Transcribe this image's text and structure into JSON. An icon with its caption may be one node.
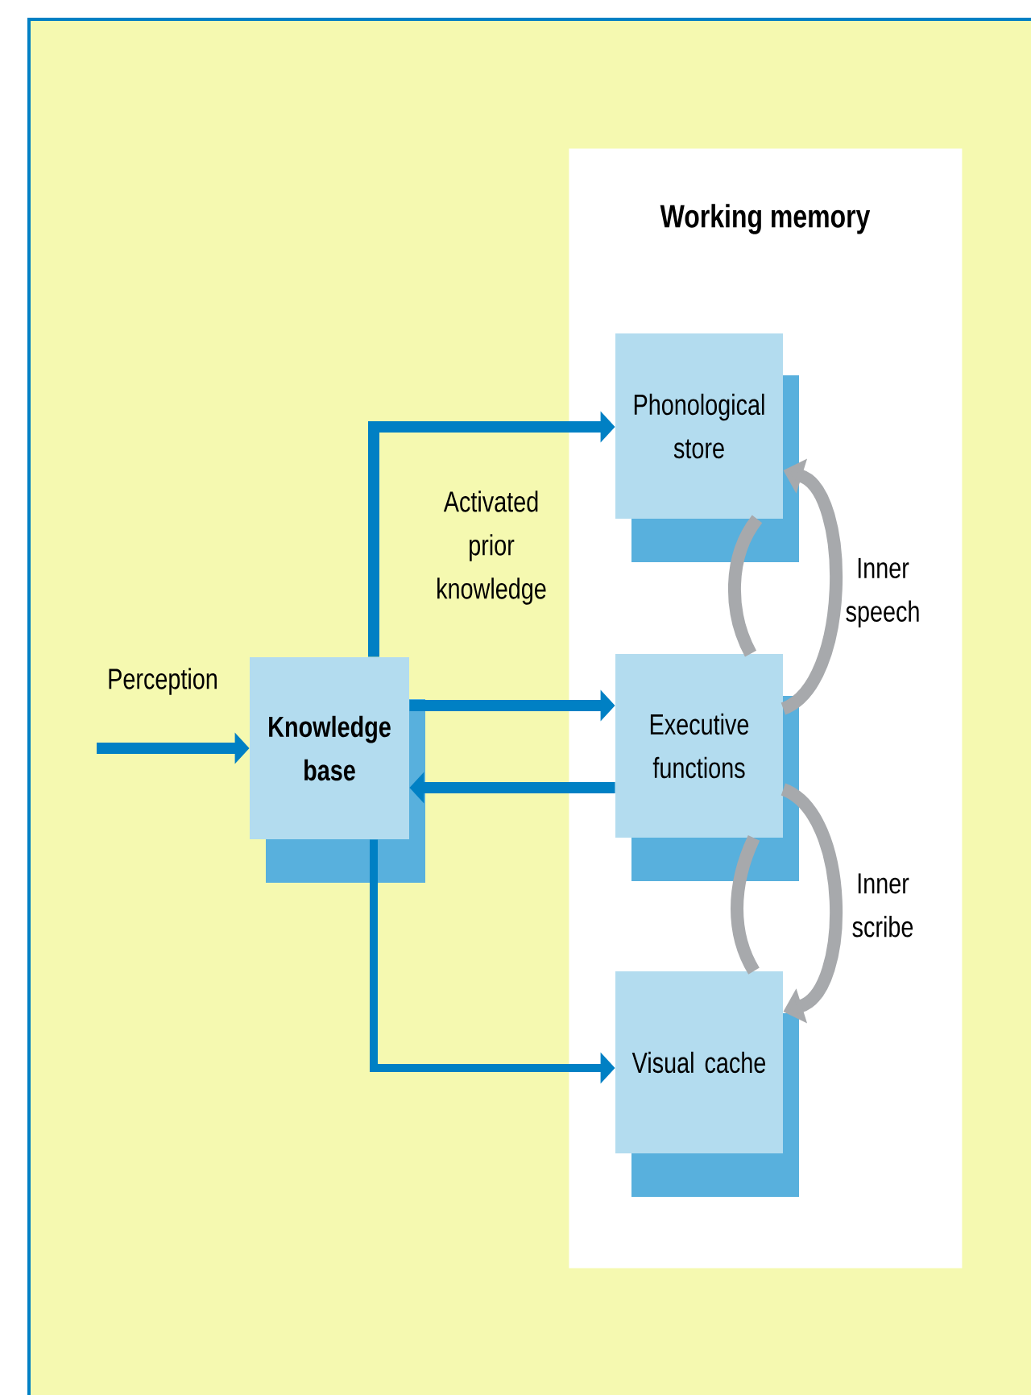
{
  "diagram": {
    "nodes": [
      {
        "text": [
          "Working memory"
        ]
      },
      {
        "text": [
          "Knowledge base"
        ]
      },
      {
        "text": [
          "Phonological store"
        ],
        "in": 0
      },
      {
        "text": [
          "Executive functions"
        ],
        "in": 0
      },
      {
        "text": [
          "Visual cache"
        ],
        "in": 0
      }
    ],
    "edges": [
      {
        "from": null,
        "to": 1,
        "arrow": "to",
        "label": "Perception"
      },
      {
        "from": 1,
        "to": 2,
        "arrow": "to",
        "label": "Activated prior knowledge"
      },
      {
        "from": 1,
        "to": 3,
        "arrow": "to"
      },
      {
        "from": 3,
        "to": 1,
        "arrow": "to"
      },
      {
        "from": 1,
        "to": 4,
        "arrow": "to"
      },
      {
        "from": 3,
        "to": 2,
        "arrow": "to",
        "label": "Inner speech",
        "color": "#a7a9ac"
      },
      {
        "from": 3,
        "to": 4,
        "arrow": "to",
        "label": "Inner scribe",
        "color": "#a7a9ac"
      },
      {
        "from": 2,
        "to": 3,
        "arrow": "none",
        "color": "#a7a9ac"
      },
      {
        "from": 3,
        "to": 4,
        "arrow": "none",
        "color": "#a7a9ac"
      }
    ]
  }
}
